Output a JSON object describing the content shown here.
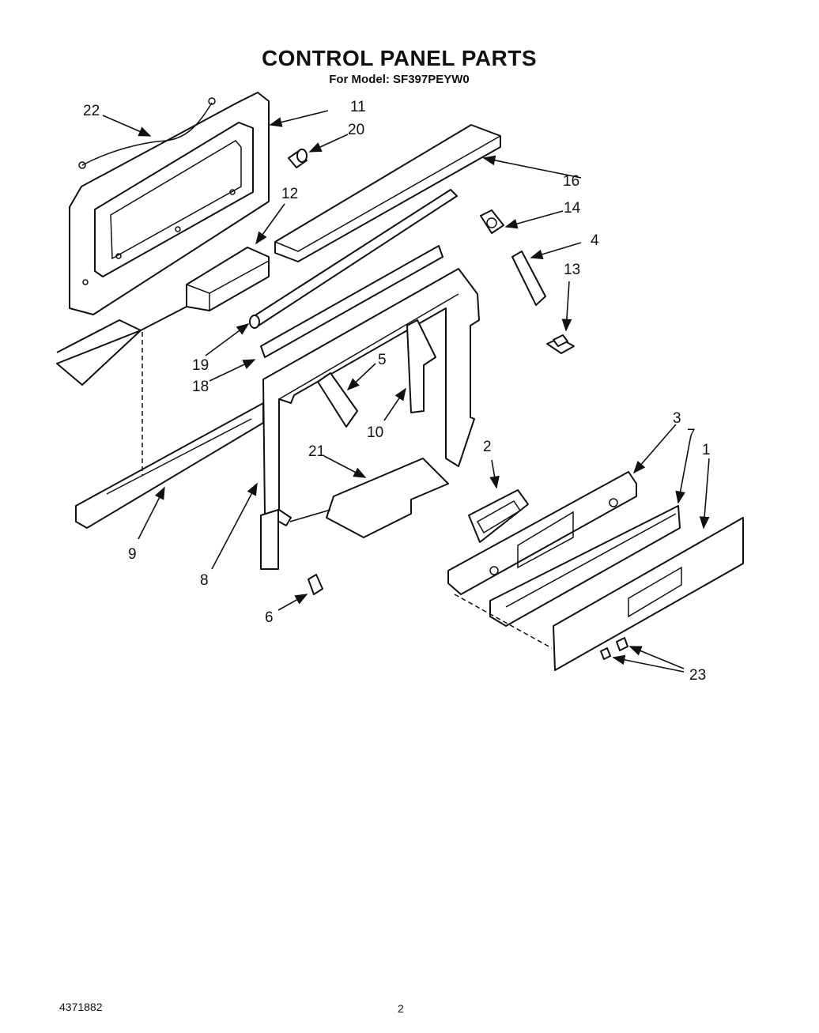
{
  "header": {
    "title": "CONTROL PANEL PARTS",
    "subtitle": "For Model: SF397PEYW0"
  },
  "footer": {
    "document_number": "4371882",
    "page_number": "2"
  },
  "callouts": {
    "c1": "1",
    "c2": "2",
    "c3": "3",
    "c4": "4",
    "c5": "5",
    "c6": "6",
    "c7": "7",
    "c8": "8",
    "c9": "9",
    "c10": "10",
    "c11": "11",
    "c12": "12",
    "c13": "13",
    "c14": "14",
    "c16": "16",
    "c18": "18",
    "c19": "19",
    "c20": "20",
    "c21": "21",
    "c22": "22",
    "c23": "23"
  }
}
